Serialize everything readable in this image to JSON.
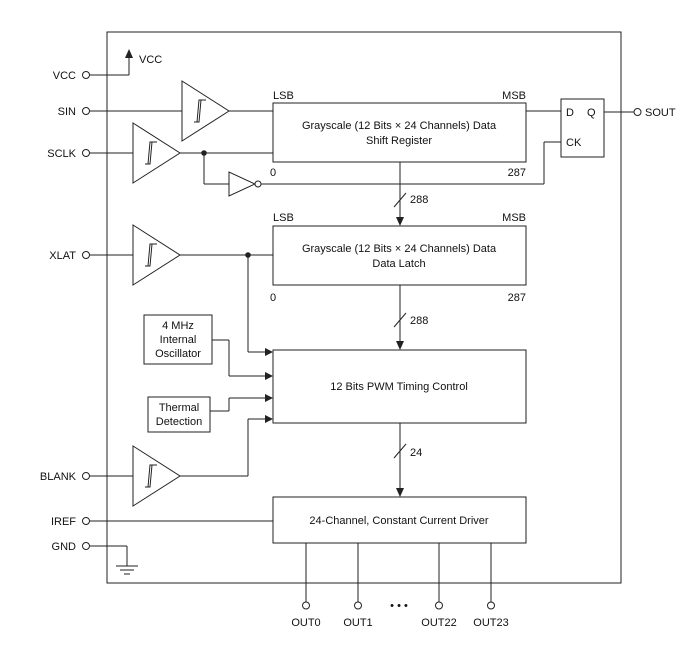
{
  "pins": {
    "vcc": "VCC",
    "vcc_supply": "VCC",
    "sin": "SIN",
    "sclk": "SCLK",
    "xlat": "XLAT",
    "blank": "BLANK",
    "iref": "IREF",
    "gnd": "GND",
    "sout": "SOUT"
  },
  "shift_register": {
    "line1": "Grayscale (12 Bits × 24 Channels) Data",
    "line2": "Shift Register",
    "lsb": "LSB",
    "msb": "MSB",
    "first_bit": "0",
    "last_bit": "287"
  },
  "flip_flop": {
    "d": "D",
    "q": "Q",
    "ck": "CK"
  },
  "data_latch": {
    "line1": "Grayscale (12 Bits × 24 Channels) Data",
    "line2": "Data Latch",
    "lsb": "LSB",
    "msb": "MSB",
    "first_bit": "0",
    "last_bit": "287"
  },
  "bus_widths": {
    "shift_to_latch": "288",
    "latch_to_pwm": "288",
    "pwm_to_driver": "24"
  },
  "oscillator": {
    "line1": "4 MHz",
    "line2": "Internal",
    "line3": "Oscillator"
  },
  "thermal": {
    "line1": "Thermal",
    "line2": "Detection"
  },
  "pwm": {
    "label": "12 Bits PWM Timing Control"
  },
  "driver": {
    "label": "24-Channel, Constant Current Driver"
  },
  "outputs": [
    "OUT0",
    "OUT1",
    "OUT22",
    "OUT23"
  ],
  "ellipsis": "• • •"
}
